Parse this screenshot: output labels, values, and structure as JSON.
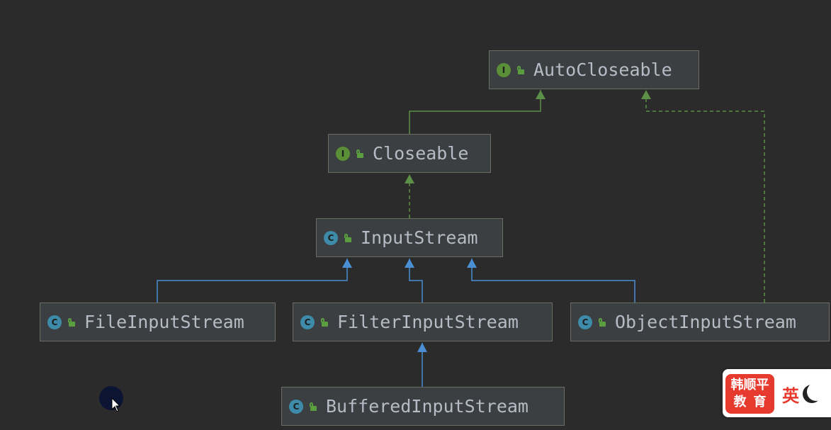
{
  "nodes": [
    {
      "id": "autocloseable",
      "kind": "I",
      "label": "AutoCloseable",
      "badge_color": "#5a8f38"
    },
    {
      "id": "closeable",
      "kind": "I",
      "label": "Closeable",
      "badge_color": "#5a8f38"
    },
    {
      "id": "inputstream",
      "kind": "C",
      "label": "InputStream",
      "badge_color": "#3d8ba8"
    },
    {
      "id": "fileinputstream",
      "kind": "C",
      "label": "FileInputStream",
      "badge_color": "#3d8ba8"
    },
    {
      "id": "filterinputstream",
      "kind": "C",
      "label": "FilterInputStream",
      "badge_color": "#3d8ba8"
    },
    {
      "id": "objectinputstream",
      "kind": "C",
      "label": "ObjectInputStream",
      "badge_color": "#3d8ba8"
    },
    {
      "id": "bufferedinputstream",
      "kind": "C",
      "label": "BufferedInputStream",
      "badge_color": "#3d8ba8"
    }
  ],
  "edges": [
    {
      "from": "closeable",
      "to": "autocloseable",
      "type": "extends",
      "color": "#5c8f47"
    },
    {
      "from": "inputstream",
      "to": "closeable",
      "type": "implements",
      "color": "#5c8f47"
    },
    {
      "from": "objectinputstream",
      "to": "autocloseable",
      "type": "implements",
      "color": "#5c8f47"
    },
    {
      "from": "fileinputstream",
      "to": "inputstream",
      "type": "extends",
      "color": "#4a8fd4"
    },
    {
      "from": "filterinputstream",
      "to": "inputstream",
      "type": "extends",
      "color": "#4a8fd4"
    },
    {
      "from": "objectinputstream",
      "to": "inputstream",
      "type": "extends",
      "color": "#4a8fd4"
    },
    {
      "from": "bufferedinputstream",
      "to": "filterinputstream",
      "type": "extends",
      "color": "#4a8fd4"
    }
  ],
  "watermark": {
    "line1": "韩顺平",
    "line2": "教育",
    "ime_label": "英"
  }
}
